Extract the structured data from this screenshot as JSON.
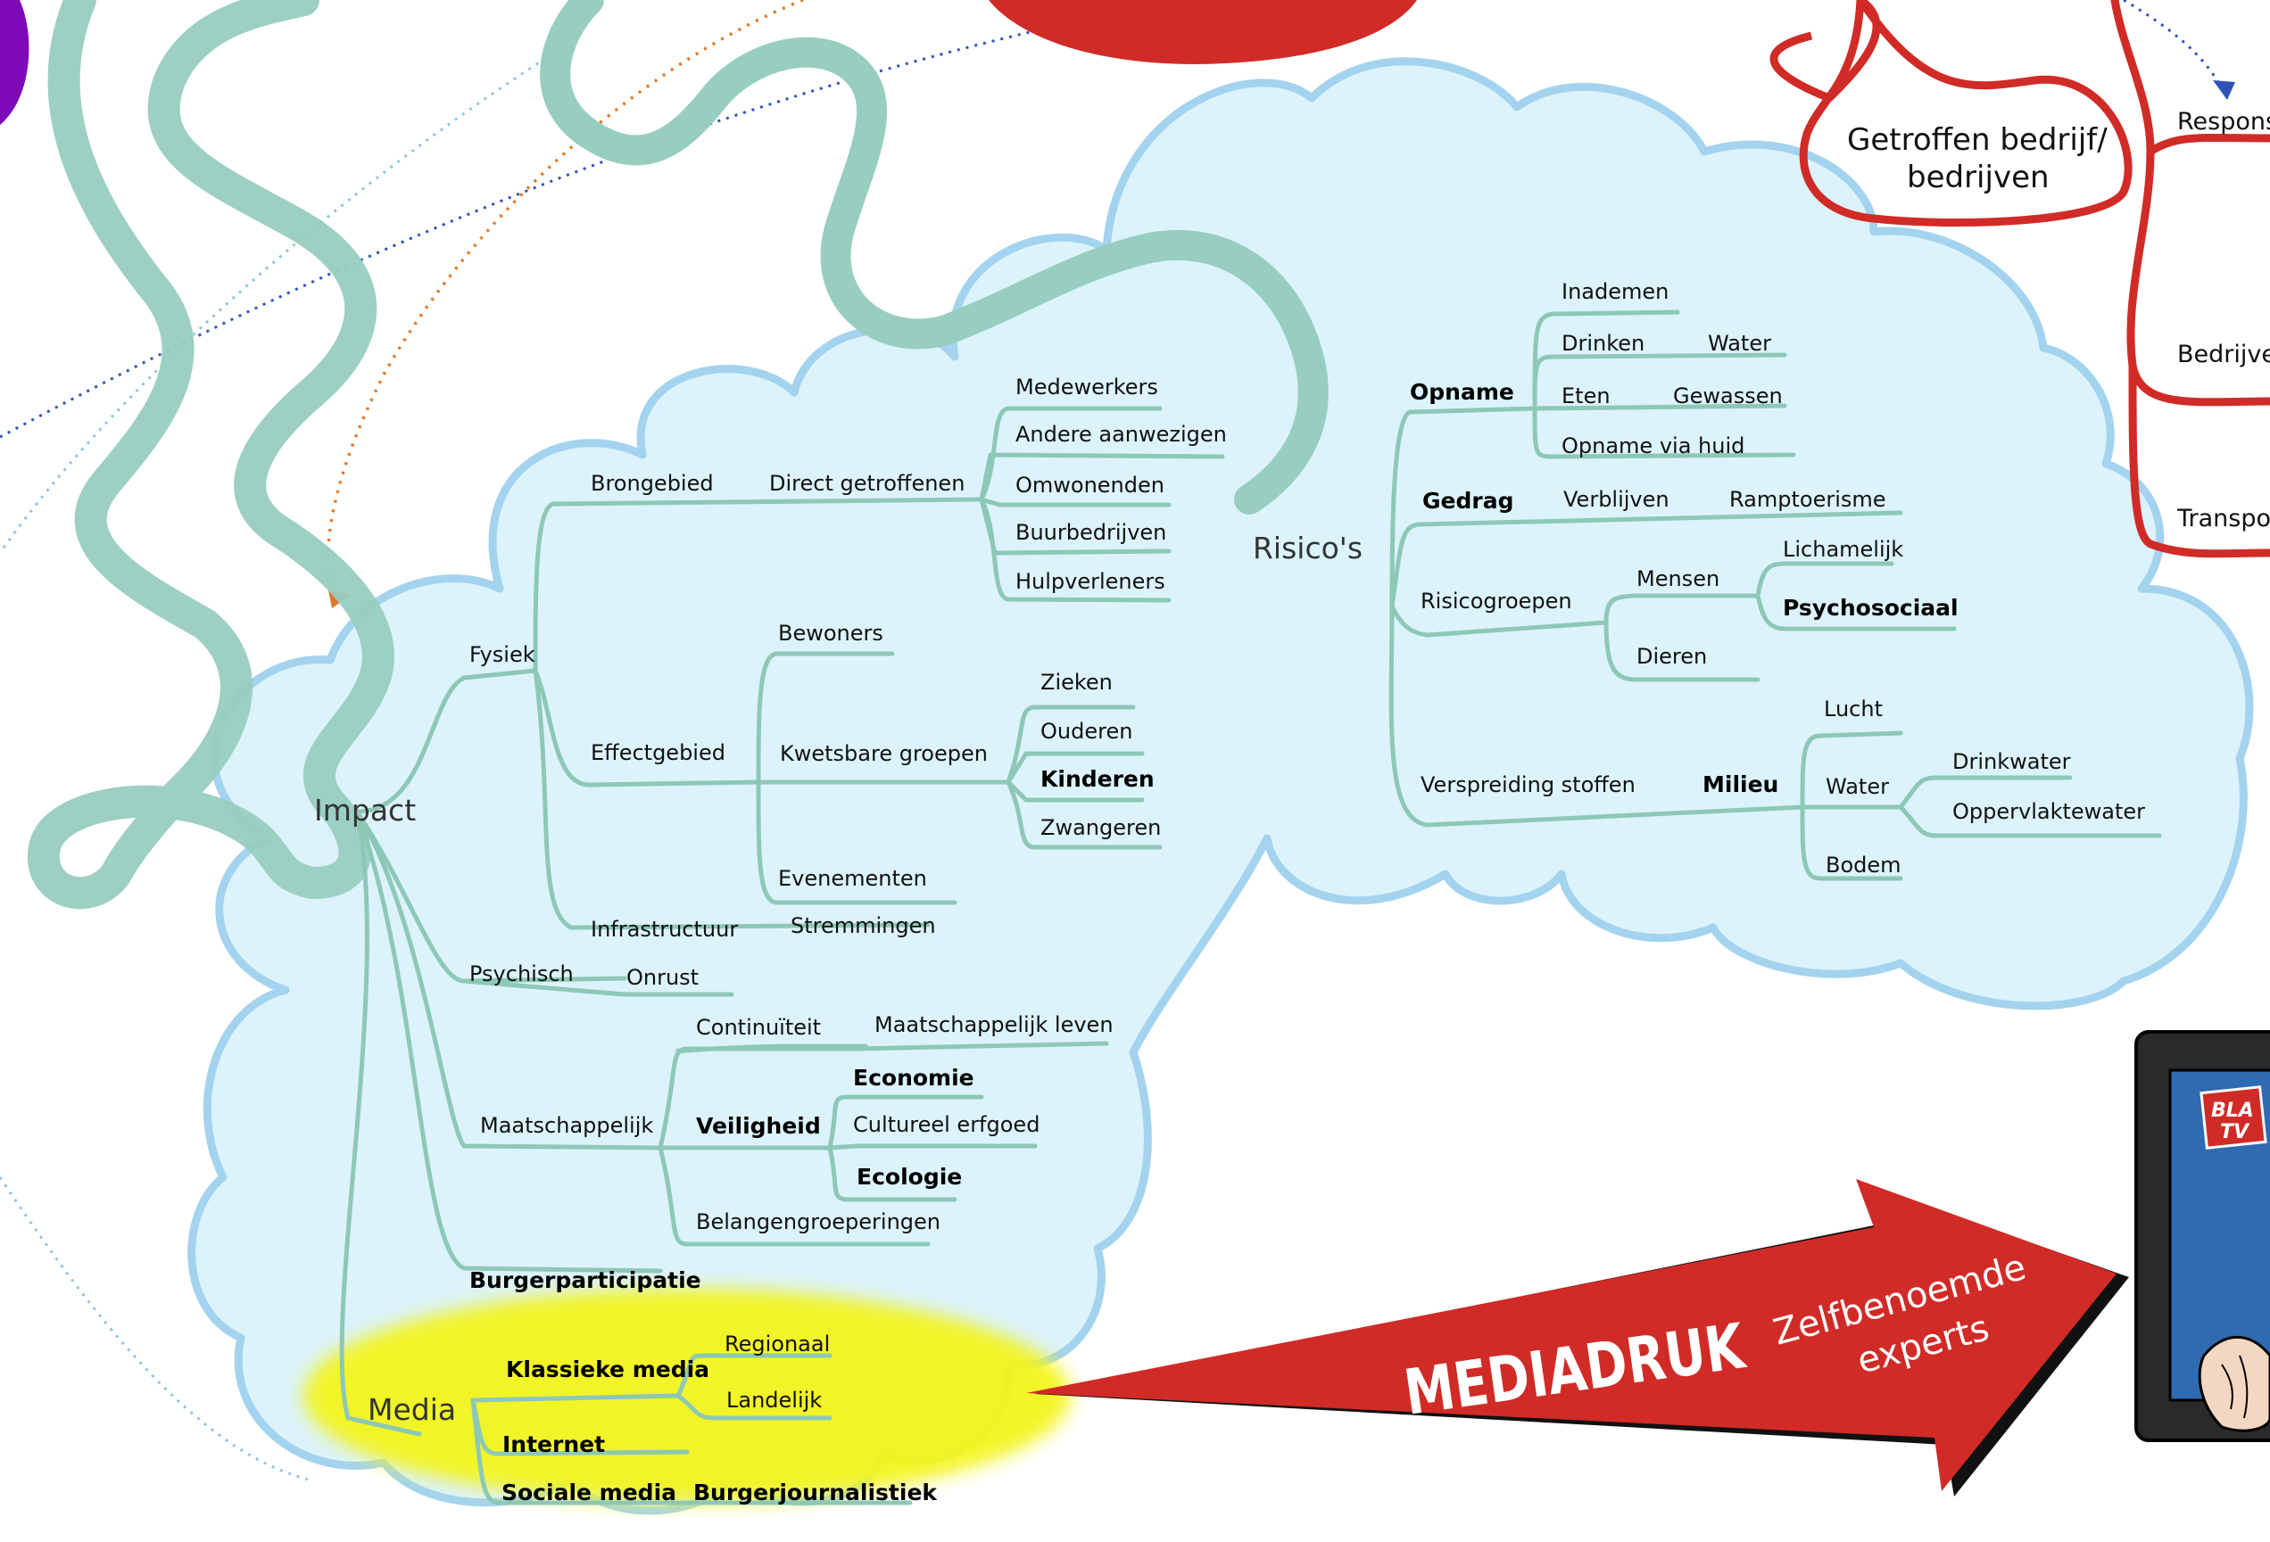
{
  "colors": {
    "cloud_fill": "#dcf3fb",
    "cloud_stroke": "#a3d3ee",
    "branch": "#8dc8b6",
    "snake": "#98cebf",
    "red_accent": "#d12b27",
    "highlight_yellow": "#f3f51a",
    "dotted_blue": "#2d55b8",
    "dotted_orange": "#e07a2b",
    "purple_blob": "#7e0ab8"
  },
  "icons": {
    "tv_screen": "tv-icon",
    "tv_logo": "bla-tv-logo-icon",
    "hand": "hand-icon"
  },
  "nodes": {
    "impact": "Impact",
    "risicos": "Risico's",
    "fysiek": "Fysiek",
    "brongebied": "Brongebied",
    "direct_getroffenen": "Direct getroffenen",
    "medewerkers": "Medewerkers",
    "andere_aanwezigen": "Andere aanwezigen",
    "omwonenden": "Omwonenden",
    "buurbedrijven": "Buurbedrijven",
    "hulpverleners": "Hulpverleners",
    "effectgebied": "Effectgebied",
    "bewoners": "Bewoners",
    "kwetsbare_groepen": "Kwetsbare groepen",
    "zieken": "Zieken",
    "ouderen": "Ouderen",
    "kinderen": "Kinderen",
    "zwangeren": "Zwangeren",
    "evenementen": "Evenementen",
    "infrastructuur": "Infrastructuur",
    "stremmingen": "Stremmingen",
    "psychisch": "Psychisch",
    "onrust": "Onrust",
    "maatschappelijk": "Maatschappelijk",
    "continuiteit": "Continuïteit",
    "maatschappelijk_leven": "Maatschappelijk leven",
    "veiligheid": "Veiligheid",
    "economie": "Economie",
    "cultureel_erfgoed": "Cultureel erfgoed",
    "ecologie": "Ecologie",
    "belangengroeperingen": "Belangengroeperingen",
    "burgerparticipatie": "Burgerparticipatie",
    "media": "Media",
    "klassieke_media": "Klassieke media",
    "regionaal": "Regionaal",
    "landelijk": "Landelijk",
    "internet": "Internet",
    "sociale_media": "Sociale media",
    "burgerjournalistiek": "Burgerjournalistiek",
    "opname": "Opname",
    "inademen": "Inademen",
    "drinken": "Drinken",
    "water_drinken": "Water",
    "eten": "Eten",
    "gewassen": "Gewassen",
    "opname_via_huid": "Opname via huid",
    "gedrag": "Gedrag",
    "verblijven": "Verblijven",
    "ramptoerisme": "Ramptoerisme",
    "risicogroepen": "Risicogroepen",
    "mensen": "Mensen",
    "lichamelijk": "Lichamelijk",
    "psychosociaal": "Psychosociaal",
    "dieren": "Dieren",
    "verspreiding_stoffen": "Verspreiding stoffen",
    "milieu": "Milieu",
    "lucht": "Lucht",
    "water_milieu": "Water",
    "drinkwater": "Drinkwater",
    "oppervlaktewater": "Oppervlaktewater",
    "bodem": "Bodem"
  },
  "red_panel": {
    "title_line1": "Getroffen bedrijf/",
    "title_line2": "bedrijven",
    "item1": "Respons",
    "item2": "Bedrijver",
    "item3": "Transpo"
  },
  "arrow": {
    "main": "MEDIADRUK",
    "sub_line1": "Zelfbenoemde",
    "sub_line2": "experts"
  },
  "tv": {
    "logo_line1": "BLA",
    "logo_line2": "TV"
  }
}
